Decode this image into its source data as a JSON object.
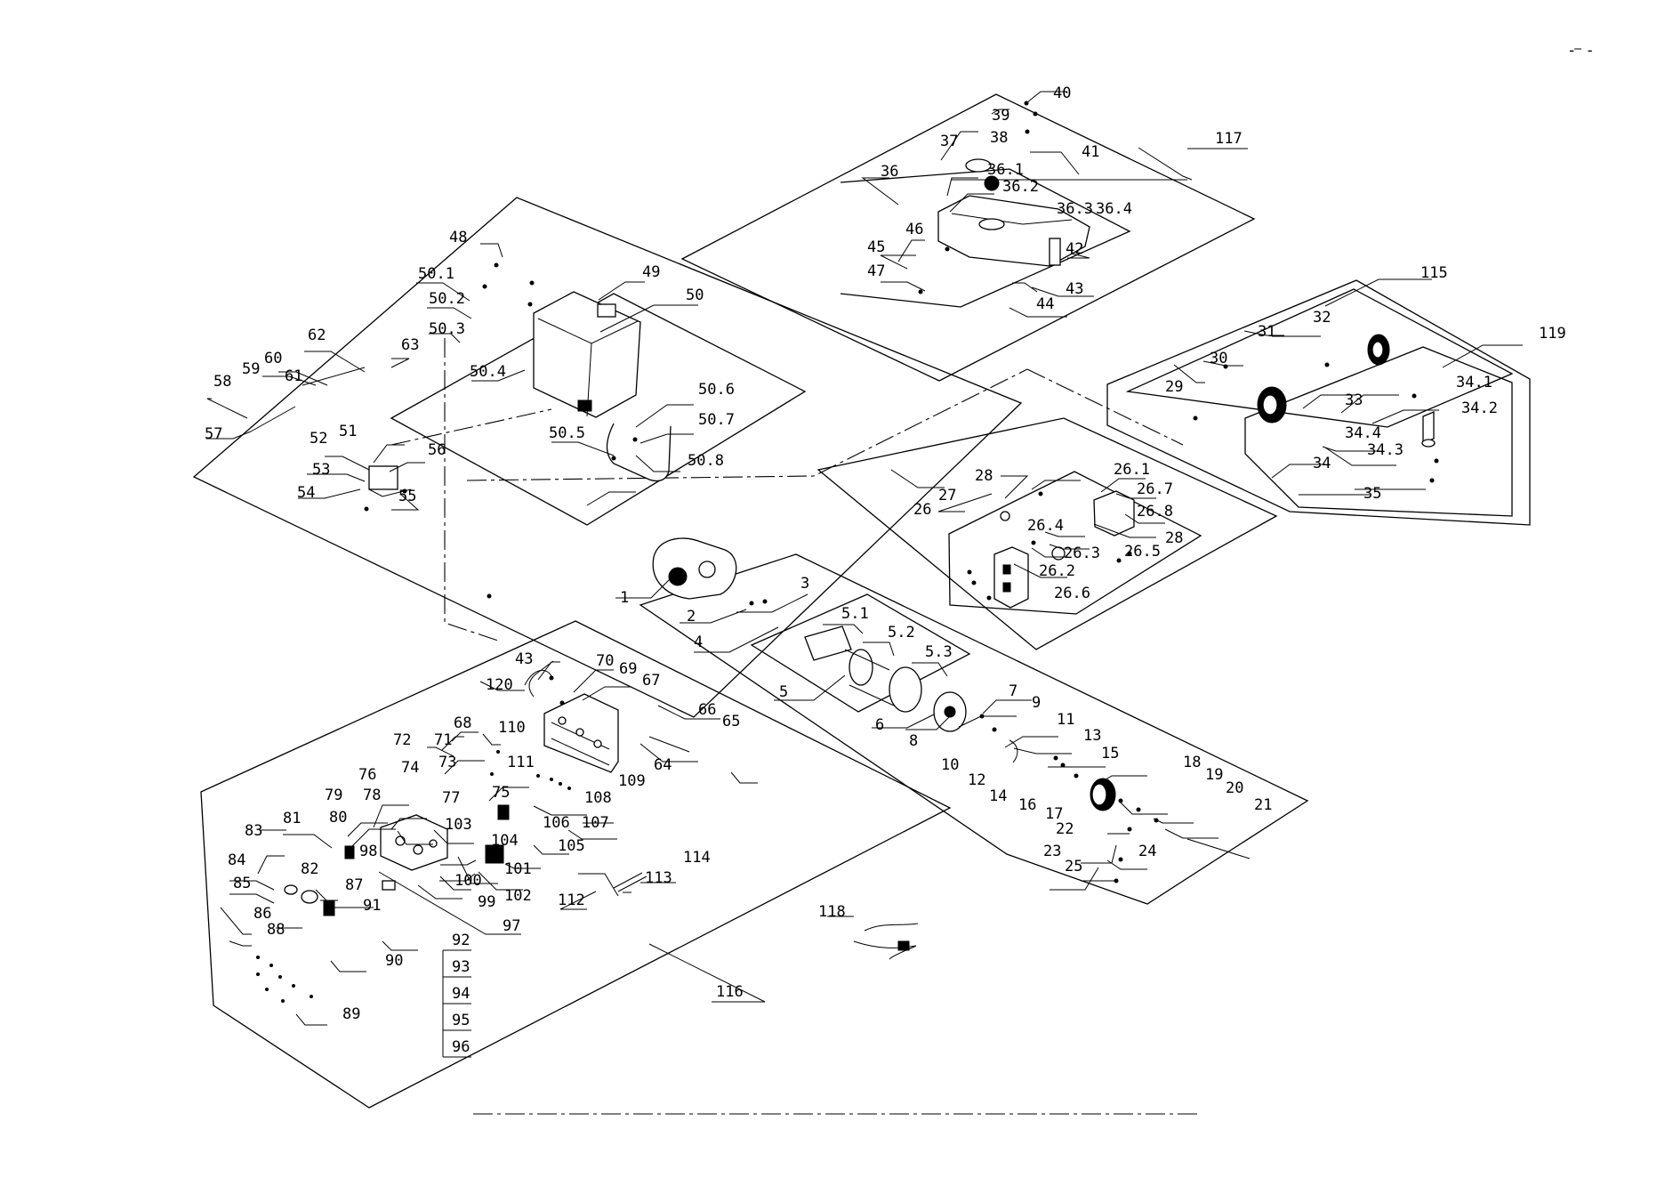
{
  "top_right_mark": "- -",
  "parts": {
    "n1": "1",
    "n2": "2",
    "n3": "3",
    "n4": "4",
    "n5": "5",
    "n5_1": "5.1",
    "n5_2": "5.2",
    "n5_3": "5.3",
    "n6": "6",
    "n7": "7",
    "n8": "8",
    "n9": "9",
    "n10": "10",
    "n11": "11",
    "n12": "12",
    "n13": "13",
    "n14": "14",
    "n15": "15",
    "n16": "16",
    "n17": "17",
    "n18": "18",
    "n19": "19",
    "n20": "20",
    "n21": "21",
    "n22": "22",
    "n23": "23",
    "n24": "24",
    "n25": "25",
    "n26": "26",
    "n26_1": "26.1",
    "n26_2": "26.2",
    "n26_3": "26.3",
    "n26_4": "26.4",
    "n26_5": "26.5",
    "n26_6": "26.6",
    "n26_7": "26.7",
    "n26_8": "26.8",
    "n27": "27",
    "n28a": "28",
    "n28b": "28",
    "n29": "29",
    "n30": "30",
    "n31": "31",
    "n32": "32",
    "n33": "33",
    "n34": "34",
    "n34_1": "34.1",
    "n34_2": "34.2",
    "n34_3": "34.3",
    "n34_4": "34.4",
    "n35": "35",
    "n36": "36",
    "n36_1": "36.1",
    "n36_2": "36.2",
    "n36_3": "36.3",
    "n36_4": "36.4",
    "n37": "37",
    "n38": "38",
    "n39": "39",
    "n40": "40",
    "n41": "41",
    "n42": "42",
    "n43a": "43",
    "n43b": "43",
    "n44": "44",
    "n45": "45",
    "n46": "46",
    "n47": "47",
    "n48": "48",
    "n49": "49",
    "n50": "50",
    "n50_1": "50.1",
    "n50_2": "50.2",
    "n50_3": "50.3",
    "n50_4": "50.4",
    "n50_5": "50.5",
    "n50_6": "50.6",
    "n50_7": "50.7",
    "n50_8": "50.8",
    "n51": "51",
    "n52": "52",
    "n53": "53",
    "n54": "54",
    "n55": "55",
    "n56": "56",
    "n57": "57",
    "n58": "58",
    "n59": "59",
    "n60": "60",
    "n61": "61",
    "n62": "62",
    "n63": "63",
    "n64": "64",
    "n65": "65",
    "n66": "66",
    "n67": "67",
    "n68": "68",
    "n69": "69",
    "n70": "70",
    "n71": "71",
    "n72": "72",
    "n73": "73",
    "n74": "74",
    "n75": "75",
    "n76": "76",
    "n77": "77",
    "n78": "78",
    "n79": "79",
    "n80": "80",
    "n81": "81",
    "n82": "82",
    "n83": "83",
    "n84": "84",
    "n85": "85",
    "n86": "86",
    "n87": "87",
    "n88": "88",
    "n89": "89",
    "n90": "90",
    "n91": "91",
    "n92": "92",
    "n93": "93",
    "n94": "94",
    "n95": "95",
    "n96": "96",
    "n97": "97",
    "n98": "98",
    "n99": "99",
    "n100": "100",
    "n101": "101",
    "n102": "102",
    "n103": "103",
    "n104": "104",
    "n105": "105",
    "n106": "106",
    "n107": "107",
    "n108": "108",
    "n109": "109",
    "n110": "110",
    "n111": "111",
    "n112": "112",
    "n113": "113",
    "n114": "114",
    "n115": "115",
    "n116": "116",
    "n117": "117",
    "n118": "118",
    "n119": "119",
    "n120": "120"
  }
}
